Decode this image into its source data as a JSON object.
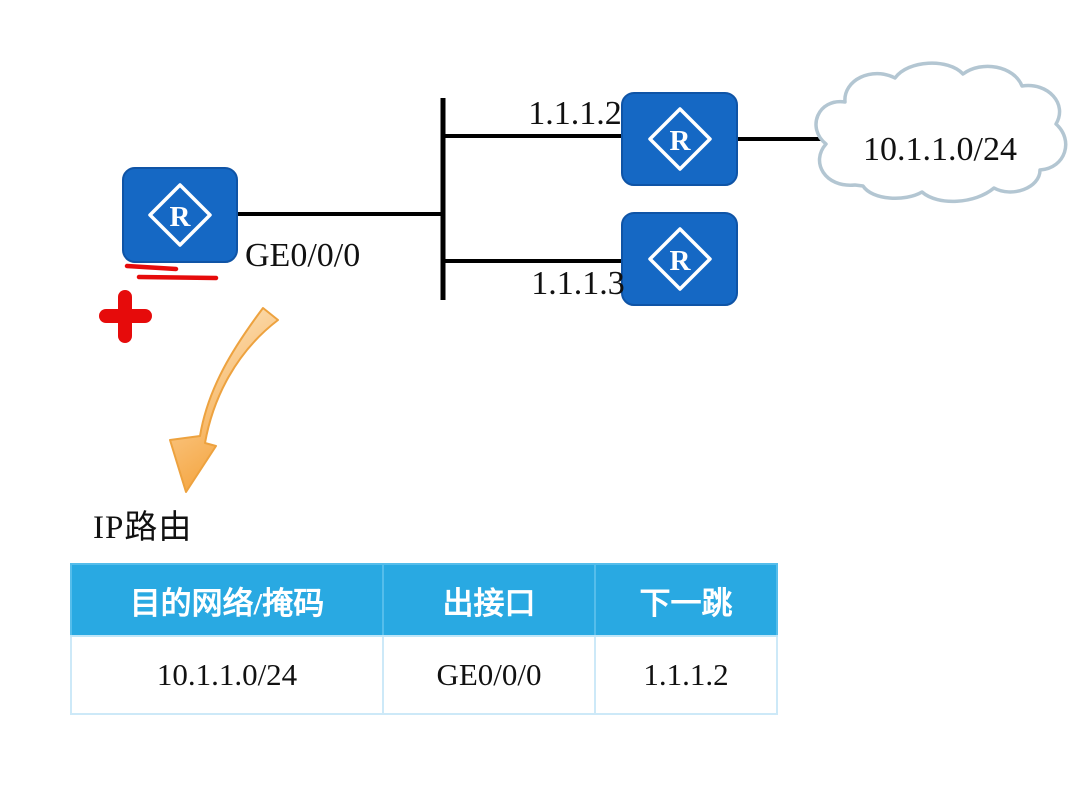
{
  "page": {
    "caption": "IP路由"
  },
  "diagram": {
    "labels": {
      "router_letter": "R",
      "ip_top": "1.1.1.2",
      "ip_bottom": "1.1.1.3",
      "interface": "GE0/0/0",
      "cloud_network": "10.1.1.0/24"
    },
    "icons": [
      "router-icon",
      "cloud-shape",
      "red-plus-marker",
      "red-underline-marker",
      "orange-curved-arrow"
    ],
    "colors": {
      "router_blue": "#1568c4",
      "table_header_blue": "#29a9e2",
      "cloud_stroke": "#b3c6d2",
      "arrow_orange": "#f5a33c",
      "red_marker": "#e60b0b",
      "line_black": "#000000"
    }
  },
  "table": {
    "headers": [
      "目的网络/掩码",
      "出接口",
      "下一跳"
    ],
    "rows": [
      [
        "10.1.1.0/24",
        "GE0/0/0",
        "1.1.1.2"
      ]
    ]
  }
}
